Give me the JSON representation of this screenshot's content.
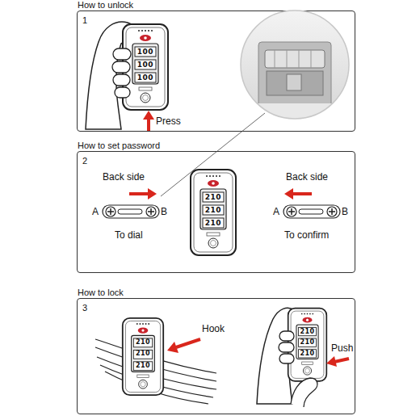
{
  "diagram": {
    "nodes": [
      {
        "text": [
          "How to unlock",
          "1"
        ]
      },
      {
        "text": [
          "How to set password",
          "2"
        ]
      },
      {
        "text": [
          "How to lock",
          "3"
        ]
      }
    ],
    "labels": [
      "Press",
      "100",
      "100",
      "100",
      "Back side",
      "A",
      "B",
      "To dial",
      "210",
      "210",
      "210",
      "Back side",
      "A",
      "B",
      "To confirm",
      "210",
      "210",
      "210",
      "Hook",
      "210",
      "210",
      "210",
      "Push"
    ]
  }
}
